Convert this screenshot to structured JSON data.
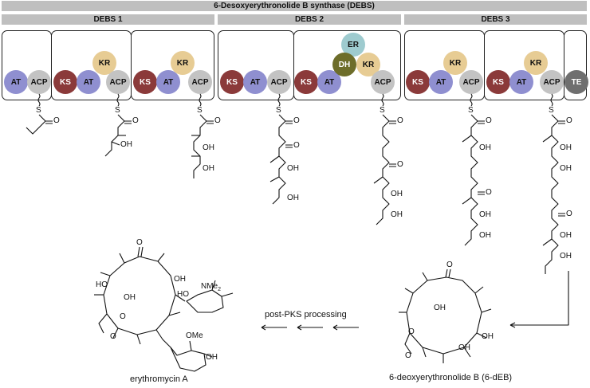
{
  "title": "6-Desoxyerythronolide B synthase (DEBS)",
  "modules": [
    {
      "label": "DEBS 1"
    },
    {
      "label": "DEBS 2"
    },
    {
      "label": "DEBS 3"
    }
  ],
  "domains": {
    "at": "AT",
    "acp": "ACP",
    "ks": "KS",
    "kr": "KR",
    "er": "ER",
    "dh": "DH",
    "te": "TE"
  },
  "colors": {
    "at": "#8f8fd0",
    "acp": "#c3c3c3",
    "ks": "#8b3a3a",
    "kr": "#e7cc94",
    "er": "#9ecbcf",
    "dh": "#6d6d2a",
    "te": "#6f6f6f",
    "bar": "#bfbfbf"
  },
  "processing_label": "post-PKS processing",
  "product1_label": "6-deoxyerythronolide B (6-dEB)",
  "product2_label": "erythromycin A",
  "atoms": {
    "oh": "OH",
    "ho": "HO",
    "o": "O",
    "s": "S",
    "me": "Me",
    "nme2": "NMe",
    "sub2": "2",
    "ome": "OMe"
  }
}
